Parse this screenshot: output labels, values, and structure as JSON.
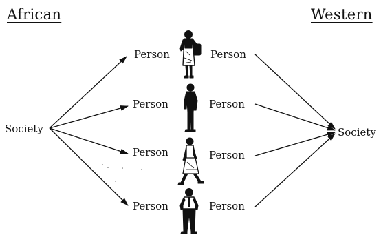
{
  "headers": {
    "left": "African",
    "right": "Western"
  },
  "society": {
    "left": "Society",
    "right": "Society"
  },
  "persons": {
    "left": [
      "Person",
      "Person",
      "Person",
      "Person"
    ],
    "right": [
      "Person",
      "Person",
      "Person",
      "Person"
    ]
  },
  "figures": [
    "woman-with-bag-figure",
    "man-in-dark-suit-figure",
    "walking-woman-figure",
    "man-in-shirt-figure"
  ],
  "colors": {
    "ink": "#111111",
    "background": "#ffffff"
  }
}
